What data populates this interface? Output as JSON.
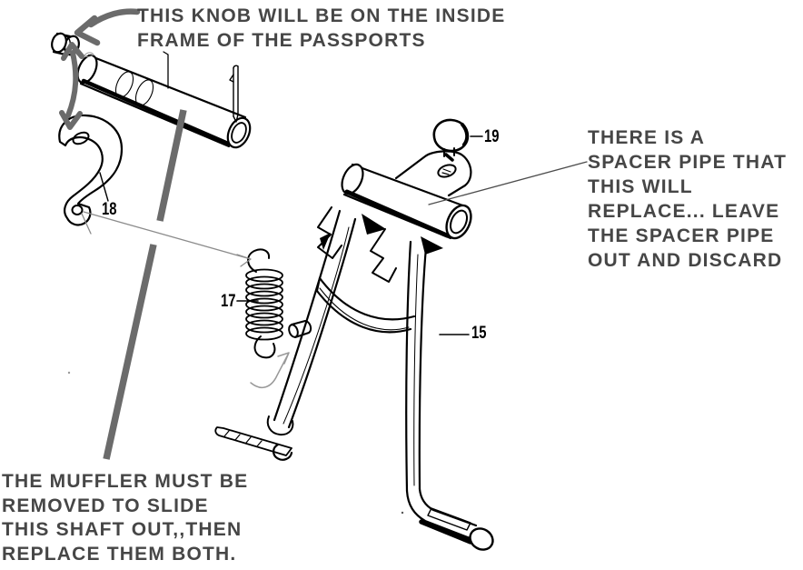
{
  "annotations": {
    "knob_note": {
      "lines": [
        "THIS KNOB WILL BE ON THE INSIDE",
        "FRAME OF THE PASSPORTS"
      ]
    },
    "spacer_note": {
      "lines": [
        "THERE IS A",
        "SPACER PIPE THAT",
        "THIS WILL",
        "REPLACE... LEAVE",
        "THE SPACER PIPE",
        "OUT AND DISCARD"
      ]
    },
    "muffler_note": {
      "lines": [
        "THE MUFFLER MUST BE",
        "REMOVED TO SLIDE",
        "THIS SHAFT OUT,,THEN",
        "REPLACE THEM BOTH."
      ]
    }
  },
  "part_labels": {
    "stand": "15",
    "spring": "17",
    "bracket": "18",
    "knob": "19"
  },
  "colors": {
    "background": "#ffffff",
    "line_art": "#000000",
    "annotation_text": "#464646",
    "thick_arrow_gray": "#6b6b6b",
    "thin_leader_gray": "#8c8c8c",
    "leader_dark": "#4d4d4d"
  }
}
